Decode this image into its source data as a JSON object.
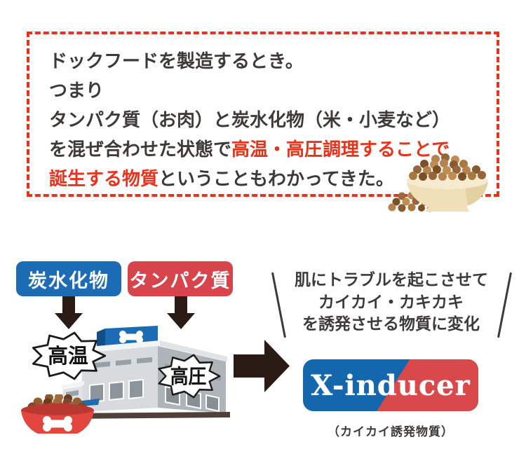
{
  "notice_box": {
    "line1": "ドックフードを製造するとき。",
    "line2": "つまり",
    "line3": "タンパク質（お肉）と炭水化物（米・小麦など）",
    "line4_normal": "を混ぜ合わせた状態で",
    "line4_red": "高温・高圧調理することで",
    "line5_red": "誕生する物質",
    "line5_normal": "ということもわかってきた。"
  },
  "process": {
    "carb_label": "炭水化物",
    "protein_label": "タンパク質",
    "bubble_high_temp": "高温",
    "bubble_high_pressure": "高圧"
  },
  "result": {
    "line1": "肌にトラブルを起こさせて",
    "line2": "カイカイ・カキカキ",
    "line3": "を誘発させる物質に変化",
    "badge_label": "X-inducer",
    "caption": "（カイカイ誘発物質）"
  },
  "icons": {
    "bone_icon": "dog-bone (white, on blue factory sign and red bowl)",
    "down_arrow_icon": "thick dark arrow pointing down",
    "right_arrow_icon": "thick dark arrow pointing right",
    "kibble_bowl_image": "beige bowl filled with brown kibble",
    "factory_illustration": "gray two-story dog food factory",
    "dog_bowl_illustration": "red dog bowl with kibble"
  },
  "colors": {
    "accent_red": "#e8331a",
    "text_dark": "#3e3a39",
    "carb_blue": "#1b6bb5",
    "protein_red": "#d8444c",
    "badge_blue": "#1467ac",
    "badge_red": "#d9484a",
    "arrow_dark": "#2a1b15"
  }
}
